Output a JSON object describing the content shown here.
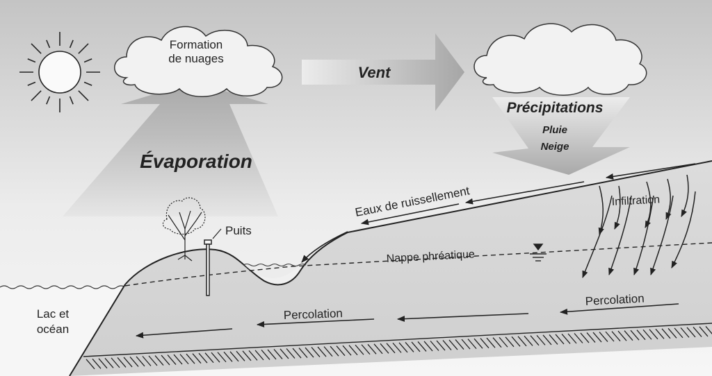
{
  "labels": {
    "cloud_formation_line1": "Formation",
    "cloud_formation_line2": "de nuages",
    "wind": "Vent",
    "precipitation": "Précipitations",
    "rain": "Pluie",
    "snow": "Neige",
    "evaporation": "Évaporation",
    "runoff": "Eaux de ruissellement",
    "infiltration": "Infiltration",
    "well": "Puits",
    "water_table": "Nappe phréatique",
    "percolation_left": "Percolation",
    "percolation_right": "Percolation",
    "lake_line1": "Lac et",
    "lake_line2": "océan"
  },
  "colors": {
    "sky_top": "#c4c4c4",
    "sky_bottom": "#f4f4f4",
    "arrow_fill": "#b9b9b9",
    "cloud_fill": "#f2f2f2",
    "ground_fill": "#d6d6d6",
    "ink": "#222222"
  },
  "icons": [
    "sun-icon",
    "tree-icon",
    "well-icon",
    "water-table-symbol-icon"
  ]
}
